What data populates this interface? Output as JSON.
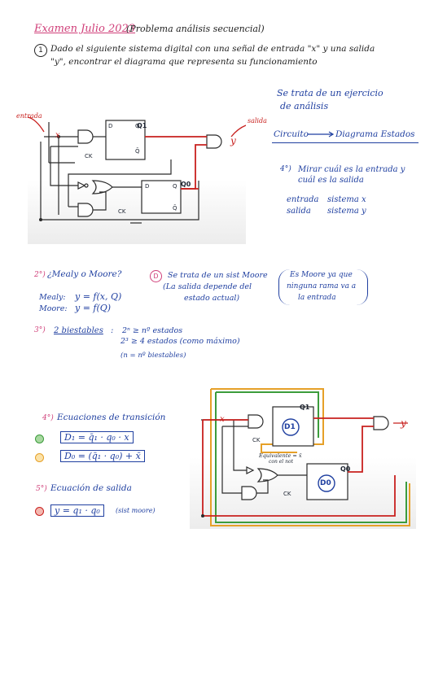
{
  "header": {
    "title": "Examen Julio 2023",
    "subtitle": "(Problema análisis secuencial)"
  },
  "problem": {
    "number": "1",
    "line1": "Dado el siguiente sistema digital con una señal de entrada \"x\" y una salida",
    "line2": "\"y\", encontrar el diagrama que representa su funcionamiento"
  },
  "circuit1": {
    "entrada_label": "entrada",
    "salida_label": "salida",
    "x_label": "x",
    "y_label": "y",
    "q1_label": "Q1",
    "q0_label": "Q0",
    "d_label": "D",
    "ck_label": "CK",
    "q_bar_label": "Q̄",
    "q_label": "Q",
    "d_label_b": "D",
    "ck_label_b": "CK",
    "q_bar_label_b": "Q̄",
    "q_label_b": "Q"
  },
  "notes_right": {
    "line1": "Se trata de un ejercicio",
    "line2": "de análisis",
    "flow_left": "Circuito",
    "flow_right": "Diagrama Estados",
    "step4_num": "4°)",
    "step4_l1": "Mirar cuál es la entrada y",
    "step4_l2": "cuál es la salida",
    "in_label": "entrada",
    "in_val": "sistema x",
    "out_label": "salida",
    "out_val": "sistema y"
  },
  "mealy_moore": {
    "step": "2°)",
    "question": "¿Mealy o Moore?",
    "mealy": "Mealy:",
    "mealy_eq": "y = f(x, Q)",
    "moore": "Moore:",
    "moore_eq": "y = f(Q)",
    "d_marker": "D",
    "note_l1": "Se trata de un sist Moore",
    "note_l2": "(La salida depende del",
    "note_l3": "estado actual)",
    "aside_l1": "Es Moore ya que",
    "aside_l2": "ninguna rama va a",
    "aside_l3": "la entrada"
  },
  "biestables": {
    "step": "3°)",
    "label": "2 biestables",
    "l1": "2ⁿ ≥ nº estados",
    "l2": "2³ ≥ 4 estados (como máximo)",
    "l3": "(n = nº biestables)"
  },
  "ecuaciones": {
    "step": "4°)",
    "title": "Ecuaciones de transición",
    "eq1": "D₁ = q̄₁ · q₀ · x",
    "eq2": "D₀ = (q̄₁ · q₀) + x̄",
    "salida_step": "5°)",
    "salida_title": "Ecuación de salida",
    "eq3": "y = q₁ · q₀",
    "eq3_note": "(sist moore)"
  },
  "circuit2": {
    "x_label": "x",
    "y_label": "y",
    "q1_label": "Q1",
    "q0_label": "Q0",
    "d1_label": "D1",
    "d0_label": "D0",
    "ck_label": "CK",
    "ck_label_b": "CK",
    "note": "Equivalente = x̄",
    "note2": "con el not"
  },
  "colors": {
    "pink": "#d0407a",
    "blue": "#1f3fa0",
    "red": "#c8201e",
    "green": "#3c9c3c",
    "orange": "#e6a028",
    "panel": "#eeeeee"
  }
}
